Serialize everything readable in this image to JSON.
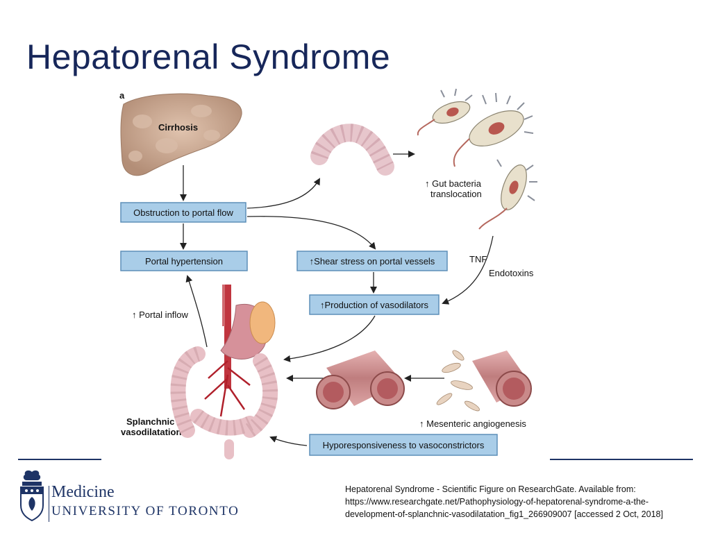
{
  "slide": {
    "title": "Hepatorenal Syndrome"
  },
  "diagram": {
    "panel_label": "a",
    "boxes": {
      "obstruction": "Obstruction to portal flow",
      "portal_hypertension": "Portal hypertension",
      "shear_stress": "↑Shear stress on portal vessels",
      "vasodilators": "↑Production of vasodilators",
      "hyporesponsiveness": "Hyporesponsiveness to vasoconstrictors"
    },
    "labels": {
      "cirrhosis": "Cirrhosis",
      "gut_bacteria_1": "↑ Gut bacteria",
      "gut_bacteria_2": "translocation",
      "tnf": "TNF",
      "endotoxins": "Endotoxins",
      "portal_inflow": "↑ Portal inflow",
      "splanchnic_1": "Splanchnic",
      "splanchnic_2": "vasodilatation",
      "angiogenesis": "↑ Mesenteric angiogenesis"
    }
  },
  "footer": {
    "logo_line1": "Medicine",
    "logo_line2": "UNIVERSITY OF TORONTO",
    "citation": "Hepatorenal Syndrome - Scientific Figure on ResearchGate. Available from: https://www.researchgate.net/Pathophysiology-of-hepatorenal-syndrome-a-the-development-of-splanchnic-vasodilatation_fig1_266909007 [accessed 2 Oct, 2018]"
  },
  "colors": {
    "title": "#17275a",
    "box_fill": "#a9cde8",
    "box_stroke": "#5d8fb8",
    "liver": "#c9a58e",
    "vessel": "#c98a8a",
    "bacteria": "#e8e0cc"
  }
}
